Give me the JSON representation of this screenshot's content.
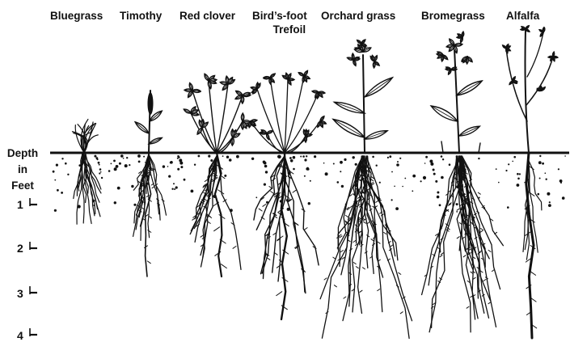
{
  "plants": [
    {
      "name": "Bluegrass"
    },
    {
      "name": "Timothy"
    },
    {
      "name": "Red clover"
    },
    {
      "name": "Bird’s-foot",
      "name_line2": "Trefoil"
    },
    {
      "name": "Orchard grass"
    },
    {
      "name": "Bromegrass"
    },
    {
      "name": "Alfalfa"
    }
  ],
  "depth_axis": {
    "title_line1": "Depth",
    "title_line2": "in",
    "title_line3": "Feet",
    "ticks": [
      "1",
      "2",
      "3",
      "4"
    ]
  },
  "colors": {
    "ink": "#111111",
    "background": "#ffffff"
  }
}
